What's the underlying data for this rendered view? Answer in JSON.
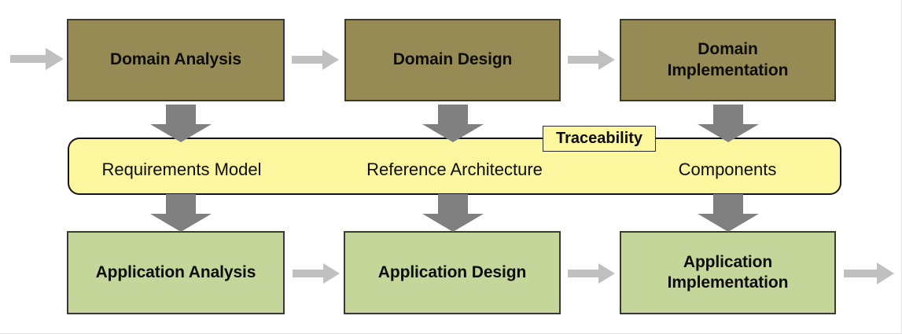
{
  "diagram": {
    "title_text": "",
    "colors": {
      "domain_fill": "#968B55",
      "application_fill": "#C5D69A",
      "asset_band_fill": "#FCF79E",
      "box_border": "#3a3a32",
      "down_arrow": "#808080",
      "flow_arrow": "#C0C0C0",
      "background": "#FFFFFF"
    },
    "domain_row": {
      "boxes": [
        {
          "label": "Domain Analysis"
        },
        {
          "label": "Domain Design"
        },
        {
          "label": "Domain\nImplementation",
          "line1": "Domain",
          "line2": "Implementation"
        }
      ]
    },
    "asset_band": {
      "labels": [
        {
          "text": "Requirements Model"
        },
        {
          "text": "Reference Architecture"
        },
        {
          "text": "Components"
        }
      ],
      "callout": {
        "label": "Traceability"
      }
    },
    "application_row": {
      "boxes": [
        {
          "label": "Application Analysis"
        },
        {
          "label": "Application Design"
        },
        {
          "label": "Application\nImplementation",
          "line1": "Application",
          "line2": "Implementation"
        }
      ]
    },
    "flow_arrows": {
      "entry": {
        "name": "inbound-flow-arrow"
      },
      "domain_1_to_2": {
        "name": "domain-analysis-to-design-arrow"
      },
      "domain_2_to_3": {
        "name": "domain-design-to-implementation-arrow"
      },
      "app_1_to_2": {
        "name": "application-analysis-to-design-arrow"
      },
      "app_2_to_3": {
        "name": "application-design-to-implementation-arrow"
      },
      "exit": {
        "name": "outbound-flow-arrow"
      }
    },
    "down_arrows": {
      "domain_to_asset": [
        "domain-analysis-to-requirements-model",
        "domain-design-to-reference-architecture",
        "domain-implementation-to-components"
      ],
      "asset_to_application": [
        "requirements-model-to-application-analysis",
        "reference-architecture-to-application-design",
        "components-to-application-implementation"
      ]
    }
  }
}
